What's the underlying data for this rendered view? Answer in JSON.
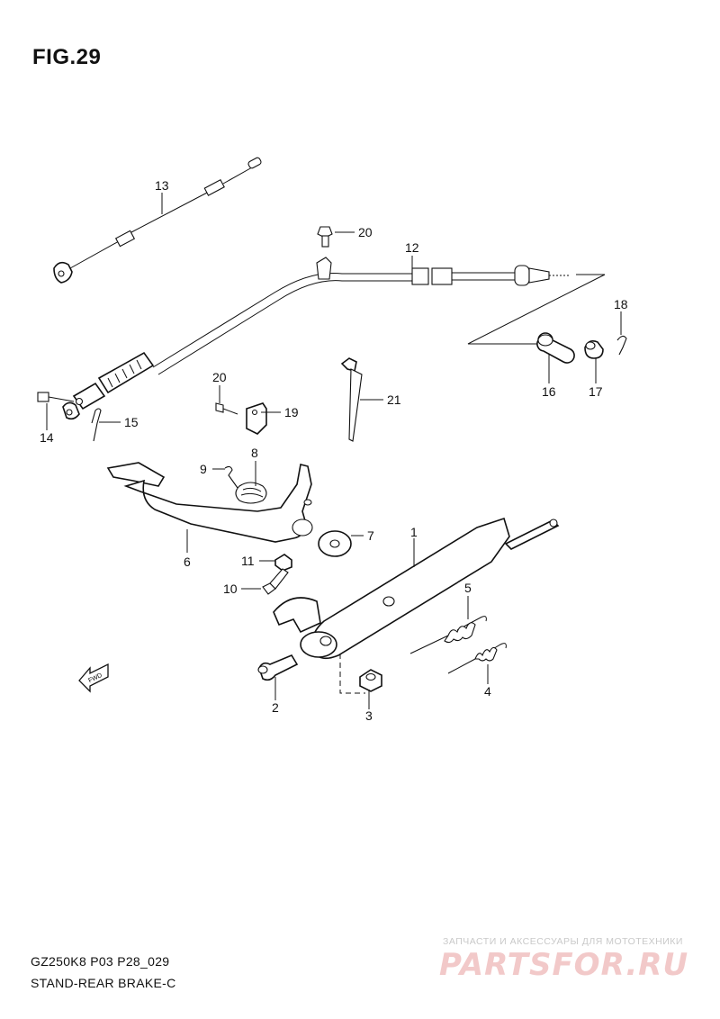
{
  "figure": {
    "title": "FIG.29"
  },
  "callouts": [
    "1",
    "2",
    "3",
    "4",
    "5",
    "6",
    "7",
    "8",
    "9",
    "10",
    "11",
    "12",
    "13",
    "14",
    "15",
    "16",
    "17",
    "18",
    "19",
    "20",
    "20",
    "21"
  ],
  "fwd_label": "FWD",
  "footer": {
    "code": "GZ250K8 P03 P28_029",
    "description": "STAND-REAR BRAKE-C"
  },
  "watermark": {
    "tagline": "ЗАПЧАСТИ И АКСЕССУАРЫ ДЛЯ МОТОТЕХНИКИ",
    "logo": "PARTSFOR.RU"
  }
}
